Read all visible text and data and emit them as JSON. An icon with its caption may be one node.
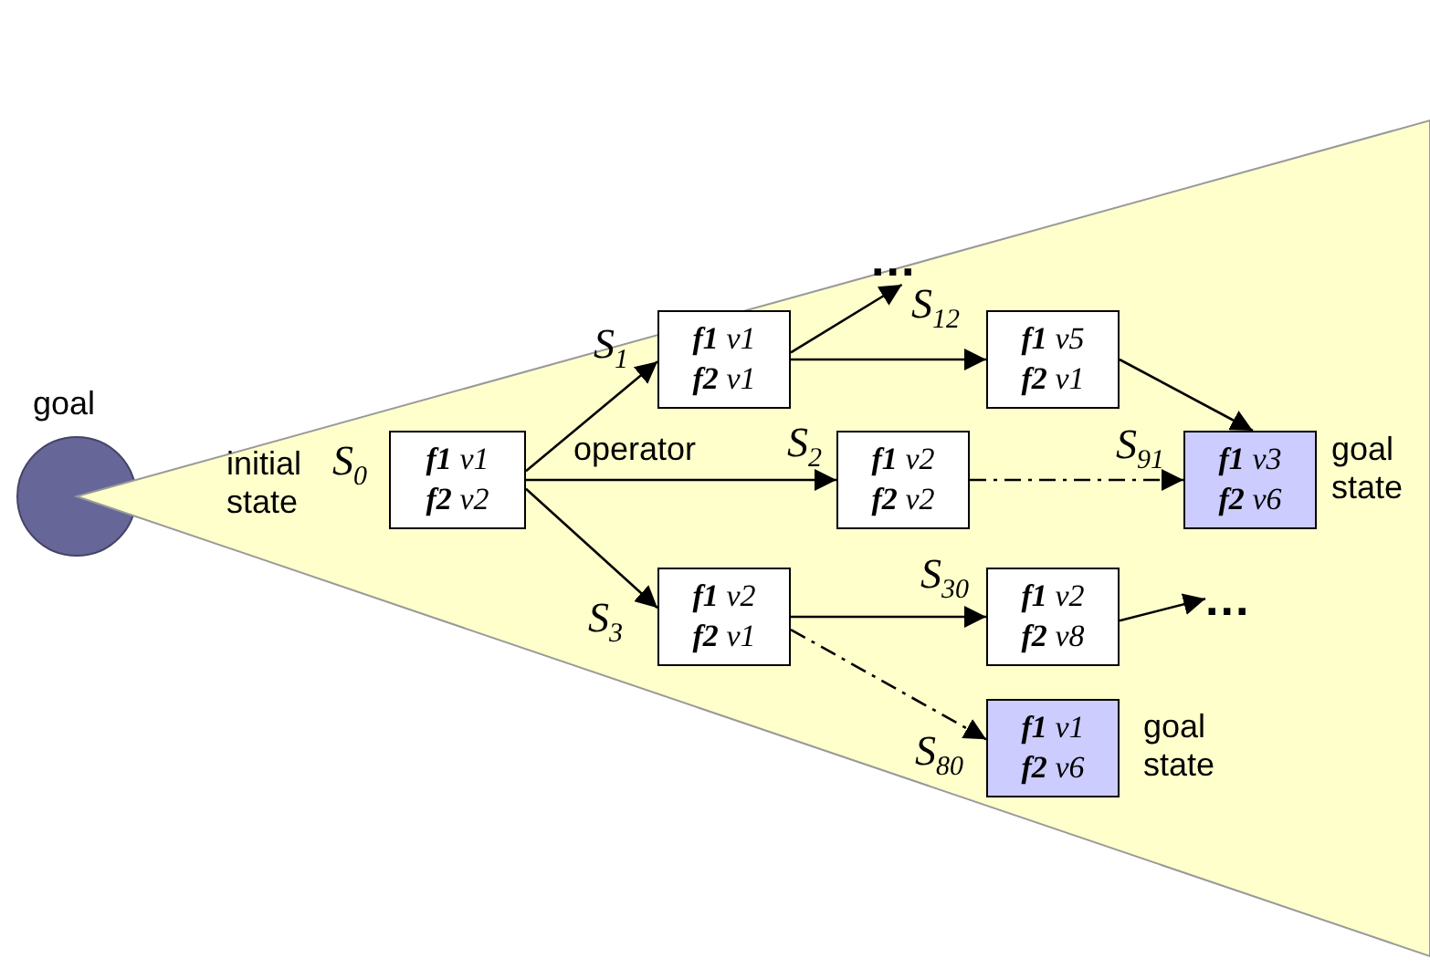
{
  "diagram": {
    "nodes": [
      {
        "text": [],
        "shape": "circle",
        "beside": [
          "goal"
        ]
      },
      {
        "text": [
          "**f1** v1",
          "**f2** v2"
        ],
        "beside": [
          "initial state",
          "S$_{0}$"
        ]
      },
      {
        "text": [
          "**f1** v1",
          "**f2** v1"
        ],
        "beside": [
          "S$_{1}$"
        ]
      },
      {
        "text": [
          "**f1** v2",
          "**f2** v2"
        ],
        "beside": [
          "S$_{2}$"
        ]
      },
      {
        "text": [
          "**f1** v2",
          "**f2** v1"
        ],
        "beside": [
          "S$_{3}$"
        ]
      },
      {
        "text": [
          "**f1** v5",
          "**f2** v1"
        ],
        "beside": [
          "S$_{12}$"
        ]
      },
      {
        "text": [
          "**f1** v3",
          "**f2** v6"
        ],
        "beside": [
          "S$_{91}$",
          "goal state"
        ]
      },
      {
        "text": [
          "**f1** v2",
          "**f2** v8"
        ],
        "beside": [
          "S$_{30}$"
        ]
      },
      {
        "text": [
          "**f1** v1",
          "**f2** v6"
        ],
        "beside": [
          "S$_{80}$",
          "goal state"
        ]
      },
      {
        "text": [
          "..."
        ]
      },
      {
        "text": [
          "..."
        ]
      }
    ],
    "edges": [
      {
        "from": 1,
        "to": 2,
        "arrow": "to"
      },
      {
        "from": 1,
        "to": 3,
        "arrow": "to",
        "label": "operator"
      },
      {
        "from": 1,
        "to": 4,
        "arrow": "to"
      },
      {
        "from": 2,
        "to": 9,
        "arrow": "to"
      },
      {
        "from": 2,
        "to": 5,
        "arrow": "to"
      },
      {
        "from": 5,
        "to": 6,
        "arrow": "to"
      },
      {
        "from": 3,
        "to": 6,
        "arrow": "to",
        "style": "dashed"
      },
      {
        "from": 4,
        "to": 7,
        "arrow": "to"
      },
      {
        "from": 4,
        "to": 8,
        "arrow": "to",
        "style": "dashed"
      },
      {
        "from": 7,
        "to": 10,
        "arrow": "to"
      }
    ]
  }
}
